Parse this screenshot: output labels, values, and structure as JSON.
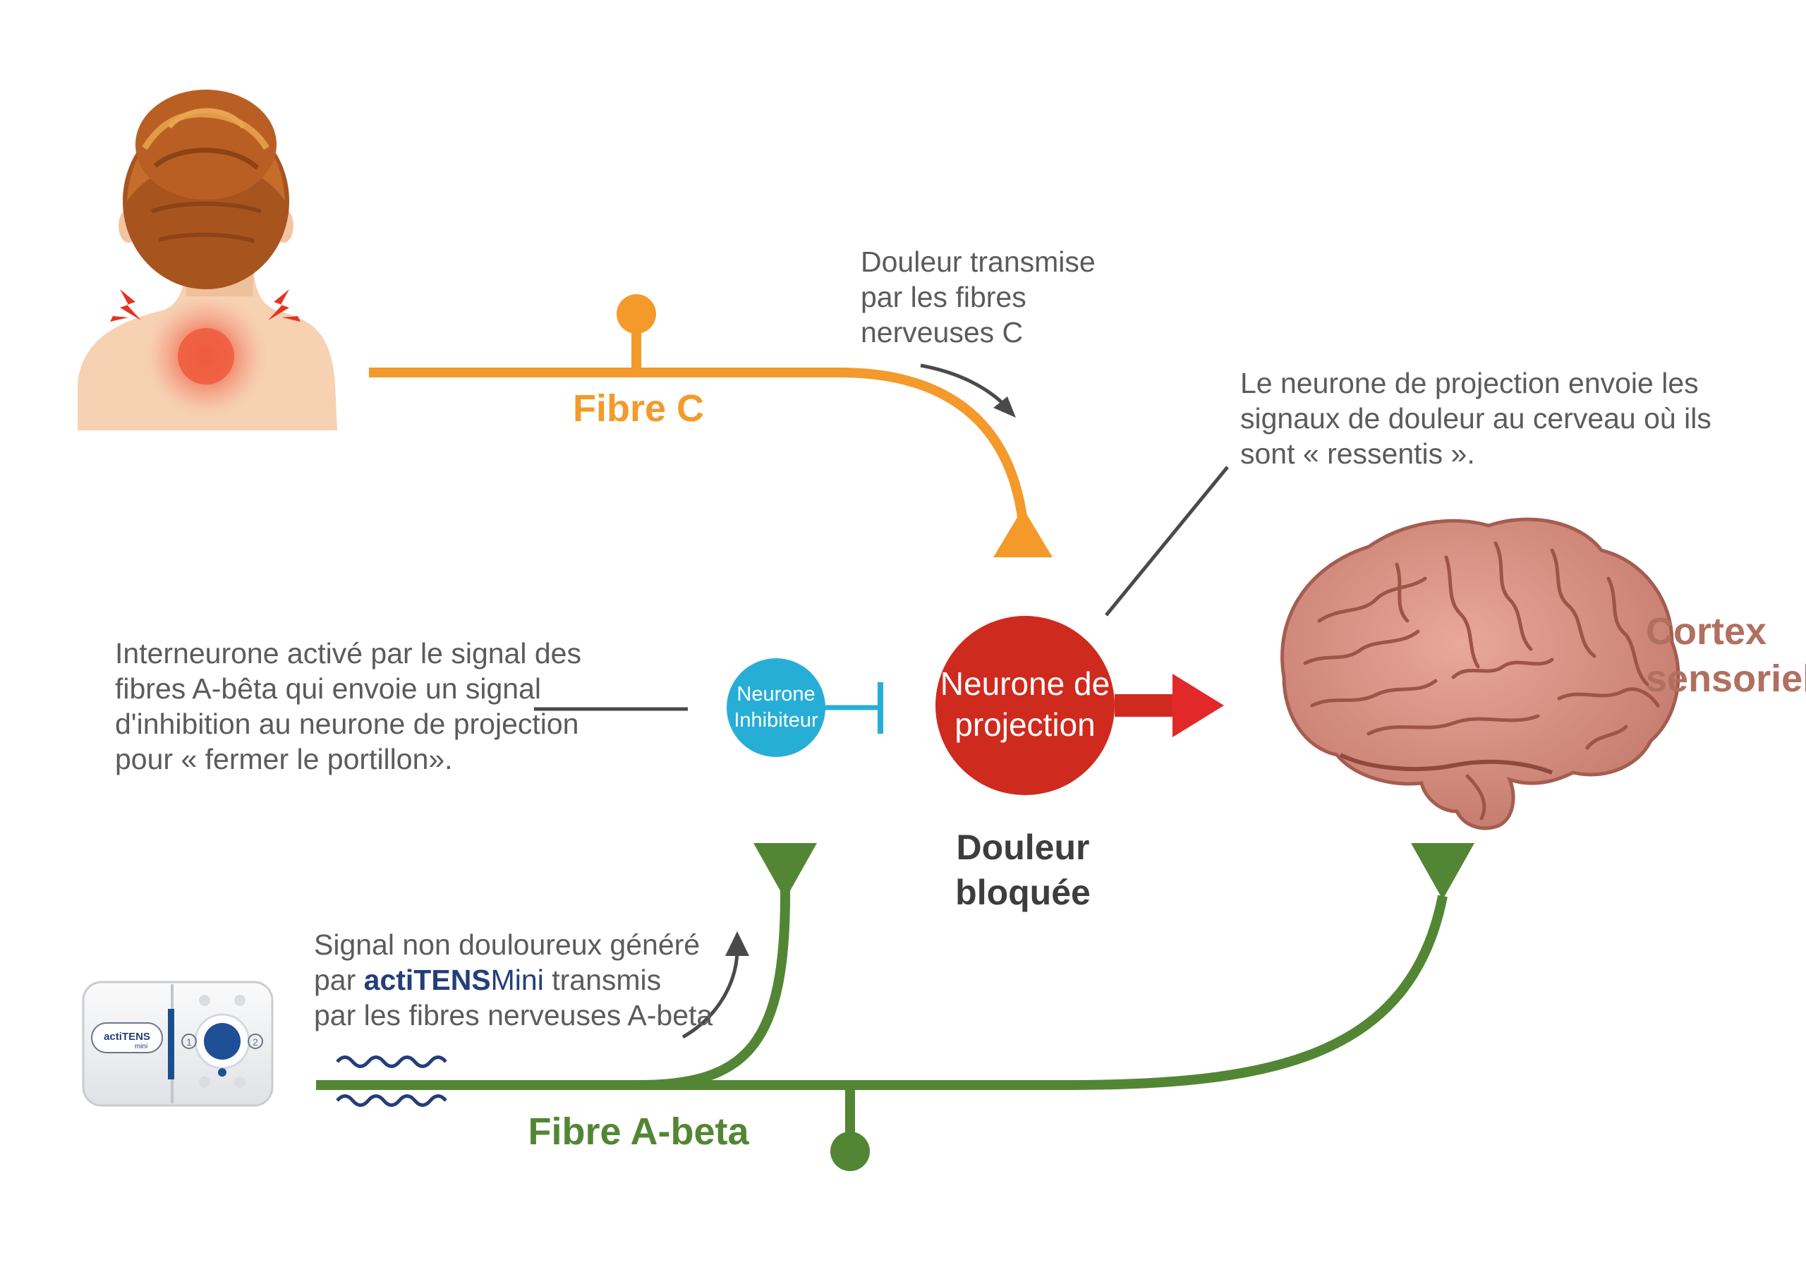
{
  "colors": {
    "fibre_c": "#f39a2b",
    "fibre_abeta": "#538634",
    "projection": "#cf2a1e",
    "inhibitor": "#27aed6",
    "cortex": "#b07060",
    "text": "#5b5b5b",
    "dark_text": "#3d3d3d",
    "brand": "#233e7a"
  },
  "labels": {
    "fibre_c": "Fibre C",
    "fibre_abeta": "Fibre A-beta",
    "douleur_transmise": [
      "Douleur transmise",
      "par les fibres",
      "nerveuses C"
    ],
    "projection_note": [
      "Le neurone de projection envoie les",
      "signaux de douleur au cerveau où ils",
      "sont « ressentis »."
    ],
    "interneurone_note": [
      "Interneurone activé par le signal des",
      "fibres A-bêta qui envoie un signal",
      "d'inhibition au neurone de projection",
      "pour « fermer le portillon»."
    ],
    "neurone_inhibiteur": [
      "Neurone",
      "Inhibiteur"
    ],
    "neurone_projection": [
      "Neurone de",
      "projection"
    ],
    "douleur_bloquee": [
      "Douleur",
      "bloquée"
    ],
    "cortex": [
      "Cortex",
      "sensoriel"
    ],
    "signal_line1": "Signal non douloureux généré",
    "signal_line2_prefix": "par ",
    "signal_brand": "actiTENS",
    "signal_brand_suffix": "Mini",
    "signal_line2_suffix": " transmis",
    "signal_line3": "par les fibres nerveuses A-beta",
    "device_brand": "actiTENS",
    "device_sub": "mini",
    "device_ch1": "1",
    "device_ch2": "2"
  },
  "icons": [
    "woman-neck-pain-illustration",
    "brain-illustration",
    "tens-device-illustration",
    "pain-spark-icon",
    "wave-icon"
  ]
}
